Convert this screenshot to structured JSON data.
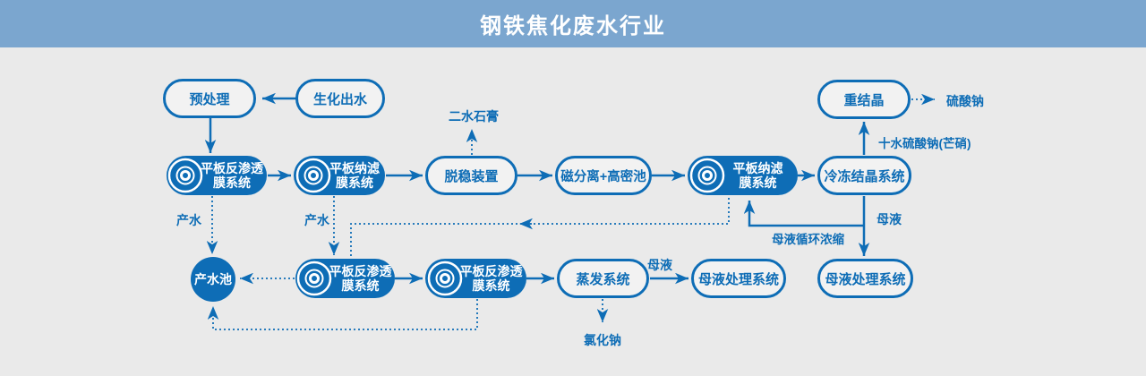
{
  "header": {
    "title": "钢铁焦化废水行业"
  },
  "colors": {
    "accent_blue": "#0e6db6",
    "header_bg": "#7ba6cf",
    "canvas_bg": "#eaeaea",
    "pill_bg": "#f2f2f2"
  },
  "nodes": {
    "pretreat": {
      "label": "预处理"
    },
    "bio": {
      "label": "生化出水"
    },
    "recryst": {
      "label": "重结晶"
    },
    "ro_top": {
      "line1": "平板反渗透",
      "line2": "膜系统"
    },
    "nf_top": {
      "line1": "平板纳滤",
      "line2": "膜系统"
    },
    "destab": {
      "label": "脱稳装置"
    },
    "magsep": {
      "label": "磁分离+高密池"
    },
    "nf_right": {
      "line1": "平板纳滤",
      "line2": "膜系统"
    },
    "freeze": {
      "label": "冷冻结晶系统"
    },
    "pool": {
      "label": "产水池"
    },
    "ro_bot1": {
      "line1": "平板反渗透",
      "line2": "膜系统"
    },
    "ro_bot2": {
      "line1": "平板反渗透",
      "line2": "膜系统"
    },
    "evap": {
      "label": "蒸发系统"
    },
    "ml_treat_mid": {
      "label": "母液处理系统"
    },
    "ml_treat_right": {
      "label": "母液处理系统"
    }
  },
  "labels": {
    "gypsum": "二水石膏",
    "sodium_sulfate": "硫酸钠",
    "glauber_salt": "十水硫酸钠(芒硝)",
    "product_water_1": "产水",
    "product_water_2": "产水",
    "mother_liquor_right": "母液",
    "mother_liquor_cycle": "母液循环浓缩",
    "mother_liquor_mid": "母液",
    "sodium_chloride": "氯化钠"
  }
}
